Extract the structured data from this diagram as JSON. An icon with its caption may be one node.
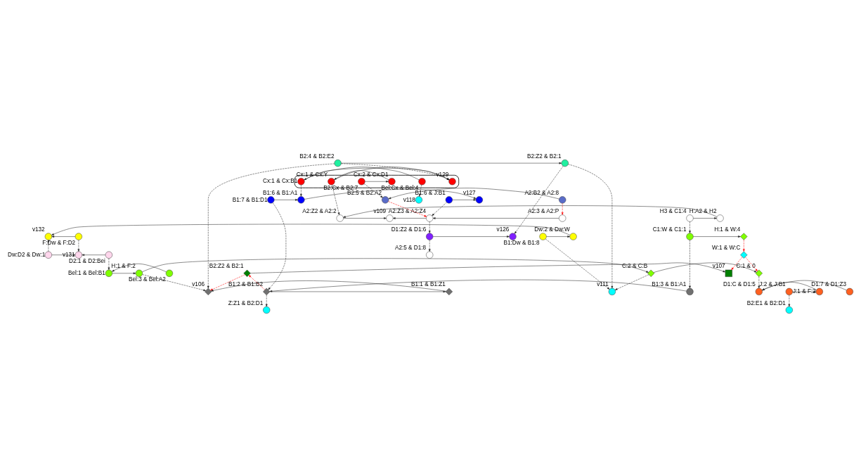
{
  "diagram": {
    "nodes": [
      {
        "text": [
          "v132"
        ]
      },
      {
        "text": [
          "F:Dw & F:D2"
        ]
      },
      {
        "text": [
          "Dw:2 & Dw:W"
        ]
      },
      {
        "text": [
          "B1:Dw & B1:8"
        ]
      },
      {
        "text": [
          "v131"
        ]
      },
      {
        "text": [
          "Dw:D2 & Dw:1"
        ]
      },
      {
        "text": [
          "D2:1 & D2:Bei"
        ]
      },
      {
        "text": [
          "D1:C & D1:5"
        ]
      },
      {
        "text": [
          "D1:7 & D1:Z3"
        ]
      },
      {
        "text": [
          "J:1 & F:2"
        ]
      },
      {
        "text": [
          "J:2 & J:B1"
        ]
      },
      {
        "text": [
          "v127"
        ]
      },
      {
        "text": [
          "B1:6 & B1:A1"
        ]
      },
      {
        "text": [
          "B1:6 & J:B1"
        ]
      },
      {
        "text": [
          "B1:7 & B1:D1"
        ]
      },
      {
        "text": [
          "Z:Z1 & B2:D1"
        ]
      },
      {
        "text": [
          "C:1 & 0"
        ]
      },
      {
        "text": [
          "C:2 & C:B"
        ]
      },
      {
        "text": [
          "H:1 & F:2"
        ]
      },
      {
        "text": [
          "H:1 & W:4"
        ]
      },
      {
        "text": [
          "Bel:1 & Bel:B1"
        ]
      },
      {
        "text": [
          "C1:W & C1:1"
        ]
      },
      {
        "text": [
          "Bel:3 & Bel:A2"
        ]
      },
      {
        "text": [
          "v107"
        ]
      },
      {
        "text": [
          "B2:Z2 & B2:1"
        ]
      },
      {
        "text": [
          "B2:Z2 & B2:1"
        ]
      },
      {
        "text": [
          "B2:4 & B2:E2"
        ]
      },
      {
        "text": [
          "B2:5 & B2:A2"
        ]
      },
      {
        "text": [
          "A2:B2 & A2:8"
        ]
      },
      {
        "text": [
          "v118"
        ]
      },
      {
        "text": [
          "B2:E1 & B2:D1"
        ]
      },
      {
        "text": [
          "v111"
        ]
      },
      {
        "text": [],
        "shape": "ellipse"
      },
      {
        "text": [
          "v129"
        ],
        "in": 32
      },
      {
        "text": [
          "Cx:1 & Cx:Y"
        ],
        "in": 32
      },
      {
        "text": [
          "Cx:1 & Cx:B1"
        ],
        "in": 32
      },
      {
        "text": [
          "Cx:2 & Cx:D1"
        ],
        "in": 32
      },
      {
        "text": [
          "Bel:Cx & Bel:4"
        ],
        "in": 32
      },
      {
        "text": [
          "B2:Cx & B2:7"
        ],
        "in": 32
      },
      {
        "text": [
          "v106"
        ]
      },
      {
        "text": [
          "B1:1 & B1:Z1"
        ]
      },
      {
        "text": [
          "B1:2 & B1:B2"
        ]
      },
      {
        "text": [
          "B1:3 & B1:A1"
        ]
      },
      {
        "text": [
          "W:1 & W:C"
        ]
      },
      {
        "text": [
          "v126"
        ]
      },
      {
        "text": [
          "D1:Z2 & D1:6"
        ]
      },
      {
        "text": [
          "v109"
        ]
      },
      {
        "text": [
          "A2:Z2 & A2:2"
        ]
      },
      {
        "text": [
          "A2:Z3 & A2:Z4"
        ]
      },
      {
        "text": [
          "H:A2 & H2"
        ]
      },
      {
        "text": [
          "A2:3 & A2:P"
        ]
      },
      {
        "text": [
          "A2:5 & D1:8"
        ]
      },
      {
        "text": [
          "H3 & C1:4"
        ]
      }
    ],
    "edges": [
      {
        "from": 1,
        "to": 0,
        "arrow": "to"
      },
      {
        "from": 2,
        "to": 0,
        "arrow": "to"
      },
      {
        "from": 3,
        "to": 2,
        "arrow": "to"
      },
      {
        "from": 5,
        "to": 4,
        "arrow": "to"
      },
      {
        "from": 6,
        "to": 4,
        "arrow": "to"
      },
      {
        "from": 8,
        "to": 7,
        "arrow": "to"
      },
      {
        "from": 9,
        "to": 7,
        "arrow": "to"
      },
      {
        "from": 10,
        "to": 9,
        "arrow": "to"
      },
      {
        "from": 12,
        "to": 11,
        "arrow": "to"
      },
      {
        "from": 13,
        "to": 11,
        "arrow": "to"
      },
      {
        "from": 14,
        "to": 12,
        "arrow": "to"
      },
      {
        "from": 18,
        "to": 17,
        "arrow": "to"
      },
      {
        "from": 17,
        "to": 16,
        "arrow": "to"
      },
      {
        "from": 20,
        "to": 18,
        "arrow": "to"
      },
      {
        "from": 21,
        "to": 19,
        "arrow": "to"
      },
      {
        "from": 22,
        "to": 20,
        "arrow": "to"
      },
      {
        "from": 24,
        "to": 23,
        "arrow": "to"
      },
      {
        "from": 26,
        "to": 25,
        "arrow": "to"
      },
      {
        "from": 28,
        "to": 27,
        "arrow": "to"
      },
      {
        "from": 34,
        "to": 33,
        "arrow": "to"
      },
      {
        "from": 35,
        "to": 33,
        "arrow": "to"
      },
      {
        "from": 36,
        "to": 34,
        "arrow": "to"
      },
      {
        "from": 38,
        "to": 36,
        "arrow": "to"
      },
      {
        "from": 37,
        "to": 35,
        "arrow": "to"
      },
      {
        "from": 40,
        "to": 39,
        "arrow": "to"
      },
      {
        "from": 41,
        "to": 40,
        "arrow": "to"
      },
      {
        "from": 42,
        "to": 41,
        "arrow": "to"
      },
      {
        "from": 45,
        "to": 44,
        "arrow": "to"
      },
      {
        "from": 48,
        "to": 46,
        "arrow": "to"
      },
      {
        "from": 47,
        "to": 46,
        "arrow": "to"
      },
      {
        "from": 50,
        "to": 48,
        "arrow": "to"
      },
      {
        "from": 49,
        "to": 47,
        "arrow": "to"
      },
      {
        "from": 52,
        "to": 49,
        "arrow": "to"
      },
      {
        "from": 5,
        "to": 0,
        "arrow": "to",
        "style": "dashed"
      },
      {
        "from": 1,
        "to": 4,
        "arrow": "to",
        "style": "dashed"
      },
      {
        "from": 16,
        "to": 7,
        "arrow": "to",
        "style": "dashed"
      },
      {
        "from": 6,
        "to": 20,
        "arrow": "to",
        "style": "dashed"
      },
      {
        "from": 3,
        "to": 31,
        "arrow": "to",
        "style": "dashed"
      },
      {
        "from": 52,
        "to": 21,
        "arrow": "to",
        "style": "dashed"
      },
      {
        "from": 38,
        "to": 27,
        "arrow": "to",
        "style": "dashed"
      },
      {
        "from": 41,
        "to": 15,
        "arrow": "to",
        "style": "dashed"
      },
      {
        "from": 35,
        "to": 12,
        "arrow": "to",
        "style": "dashed"
      },
      {
        "from": 45,
        "to": 51,
        "arrow": "to",
        "style": "dashed"
      },
      {
        "from": 48,
        "to": 45,
        "arrow": "to",
        "style": "dashed"
      },
      {
        "from": 34,
        "to": 47,
        "arrow": "to",
        "style": "dashed"
      },
      {
        "from": 17,
        "to": 31,
        "arrow": "to",
        "style": "dashed"
      },
      {
        "from": 25,
        "to": 31,
        "arrow": "to",
        "style": "dashed"
      },
      {
        "from": 26,
        "to": 39,
        "arrow": "to",
        "style": "dashed"
      },
      {
        "from": 18,
        "to": 39,
        "arrow": "to",
        "style": "dashed"
      },
      {
        "from": 25,
        "to": 44,
        "arrow": "to",
        "style": "dashed"
      },
      {
        "from": 21,
        "to": 42,
        "arrow": "to",
        "style": "dashed"
      },
      {
        "from": 14,
        "to": 41,
        "arrow": "to",
        "style": "dashed"
      },
      {
        "from": 13,
        "to": 48,
        "arrow": "to",
        "style": "dashed"
      },
      {
        "from": 37,
        "to": 29,
        "arrow": "to",
        "style": "dashed"
      },
      {
        "from": 10,
        "to": 30,
        "arrow": "to",
        "style": "dashed"
      },
      {
        "from": 26,
        "to": 33,
        "arrow": "to",
        "style": "dashed"
      },
      {
        "from": 43,
        "to": 23,
        "arrow": "to",
        "style": "dashed",
        "color": "#ff0000"
      },
      {
        "from": 43,
        "to": 16,
        "arrow": "to",
        "style": "dashed",
        "color": "#ff0000"
      },
      {
        "from": 19,
        "to": 43,
        "arrow": "to",
        "style": "dashed",
        "color": "#ff0000"
      },
      {
        "from": 41,
        "to": 24,
        "arrow": "to",
        "style": "dashed",
        "color": "#ff0000"
      },
      {
        "from": 27,
        "to": 48,
        "arrow": "to",
        "style": "dashed",
        "color": "#ff0000"
      },
      {
        "from": 28,
        "to": 50,
        "arrow": "to",
        "style": "dashed",
        "color": "#ff0000"
      },
      {
        "from": 24,
        "to": 39,
        "arrow": "to",
        "style": "dashed",
        "color": "#ff0000"
      }
    ]
  }
}
